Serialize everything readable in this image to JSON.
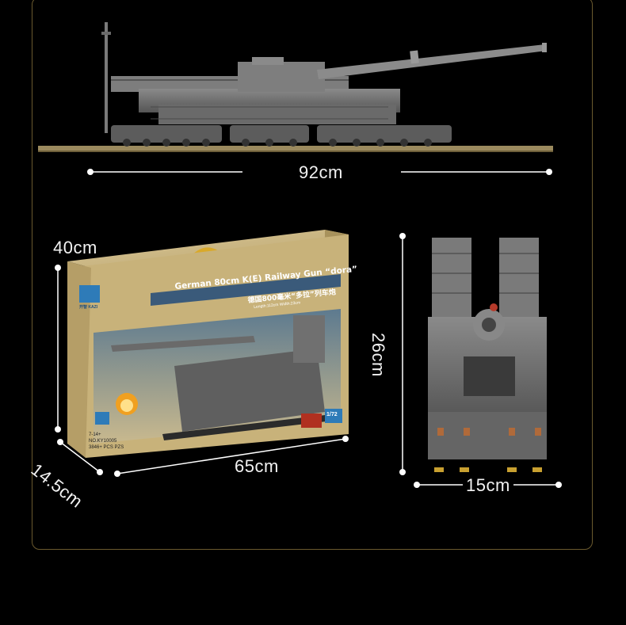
{
  "colors": {
    "background": "#000000",
    "frame_border": "#6b5a2e",
    "text": "#f2f2f2",
    "box_tan": "#c8b27a",
    "model_gray": "#6d6d6d"
  },
  "dimensions": {
    "length_side": "92cm",
    "box_height": "40cm",
    "box_width": "65cm",
    "box_depth": "14.5cm",
    "front_height": "26cm",
    "front_width": "15cm"
  },
  "box": {
    "title_en": "German 80cm K(E) Railway Gun “dora”",
    "title_cn": "德国800毫米“多拉”列车炮",
    "size_line": "Length:112cm Width:23cm",
    "brand": "开智 KAZI",
    "scale": "1/72",
    "age": "7-14+",
    "item_no": "NO.KY10005",
    "pcs": "3846+ PCS PZS"
  }
}
